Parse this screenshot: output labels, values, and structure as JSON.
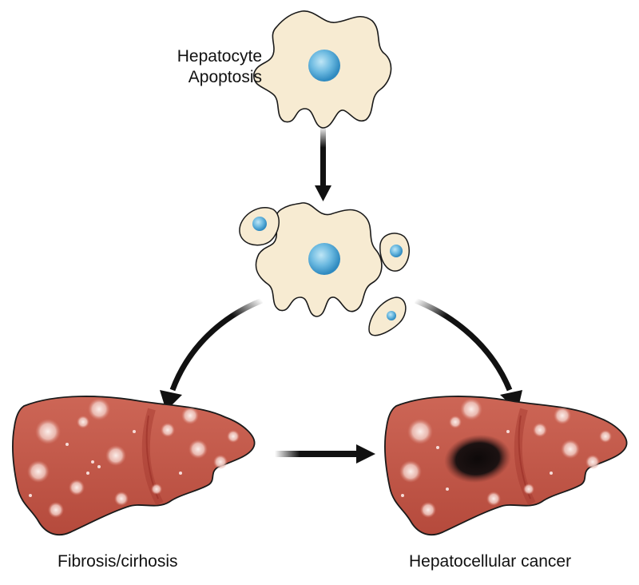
{
  "labels": {
    "hepatocyte_line1": "Hepatocyte",
    "hepatocyte_line2": "Apoptosis",
    "fibrosis": "Fibrosis/cirhosis",
    "cancer": "Hepatocellular cancer"
  },
  "colors": {
    "cell_fill": "#f7ebd2",
    "nucleus": "#5aaed8",
    "liver_fill": "#c45a4a",
    "liver_dark": "#a53a30",
    "spots": "#f6dcd8",
    "tumor": "#151010",
    "arrow": "#111111"
  }
}
